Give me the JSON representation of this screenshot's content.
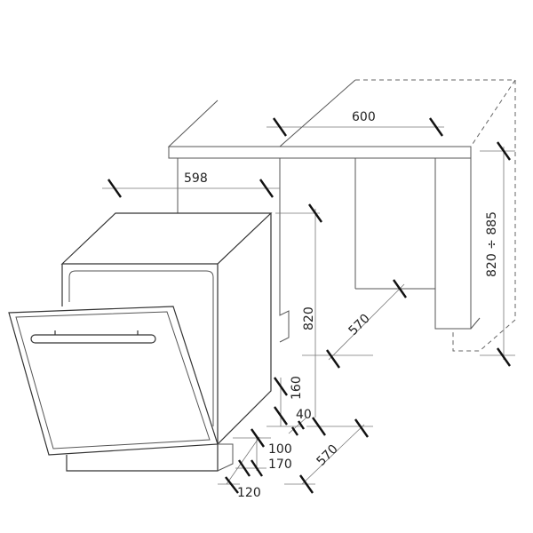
{
  "dimensions": {
    "niche_width": "600",
    "appliance_width": "598",
    "appliance_height": "820",
    "niche_depth_top": "570",
    "niche_height": "820 ÷ 885",
    "plinth_height": "160",
    "plinth_gap": "40",
    "door_offset_100": "100",
    "door_offset_170": "170",
    "niche_depth_bottom": "570",
    "plinth_depth": "120"
  }
}
